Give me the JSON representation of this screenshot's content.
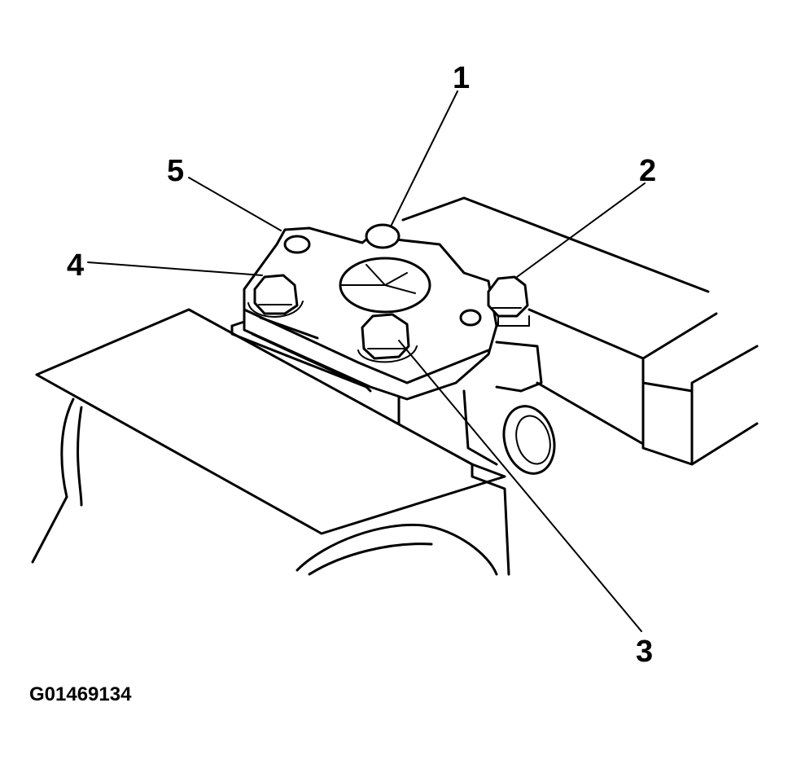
{
  "callouts": [
    {
      "id": "1",
      "label": "1"
    },
    {
      "id": "2",
      "label": "2"
    },
    {
      "id": "3",
      "label": "3"
    },
    {
      "id": "4",
      "label": "4"
    },
    {
      "id": "5",
      "label": "5"
    }
  ],
  "figure_id": "G01469134"
}
